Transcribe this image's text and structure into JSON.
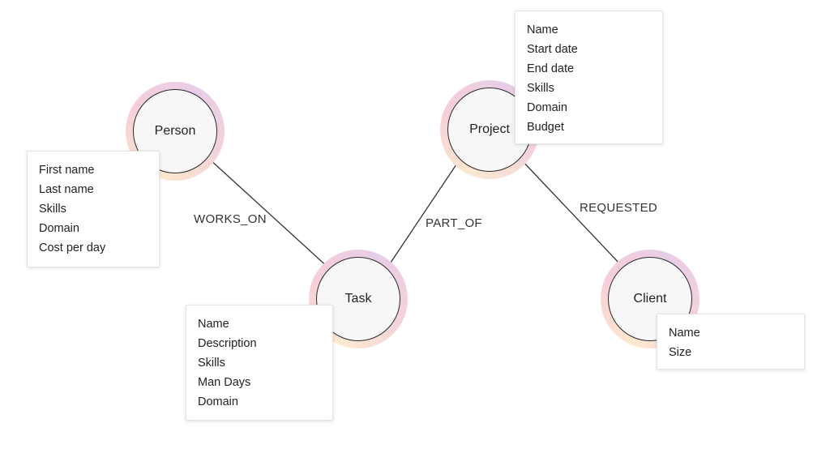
{
  "nodes": {
    "person": {
      "label": "Person",
      "properties": [
        "First name",
        "Last name",
        "Skills",
        "Domain",
        "Cost per day"
      ]
    },
    "task": {
      "label": "Task",
      "properties": [
        "Name",
        "Description",
        "Skills",
        "Man Days",
        "Domain"
      ]
    },
    "project": {
      "label": "Project",
      "properties": [
        "Name",
        "Start date",
        "End date",
        "Skills",
        "Domain",
        "Budget"
      ]
    },
    "client": {
      "label": "Client",
      "properties": [
        "Name",
        "Size"
      ]
    }
  },
  "edges": {
    "works_on": {
      "label": "WORKS_ON",
      "from": "Person",
      "to": "Task"
    },
    "part_of": {
      "label": "PART_OF",
      "from": "Task",
      "to": "Project"
    },
    "requested": {
      "label": "REQUESTED",
      "from": "Client",
      "to": "Project"
    }
  },
  "colors": {
    "node_fill": "#f7f7f7",
    "node_stroke": "#2a2a2a",
    "halo_gradient": [
      "#fde9cf",
      "#f8cfd8",
      "#e8cde8"
    ],
    "edge": "#333333"
  }
}
